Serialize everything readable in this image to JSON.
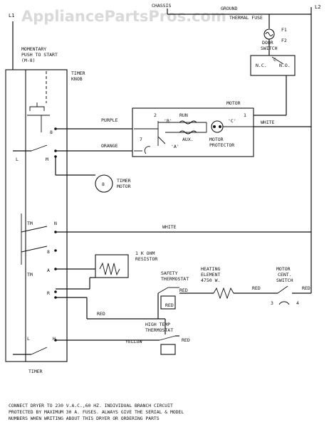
{
  "watermark": "AppliancePartsPros.com",
  "labels": {
    "l1": "L1",
    "l2": "L2",
    "chassis": "CHASSIS",
    "ground": "GROUND",
    "thermal_fuse": "THERMAL FUSE",
    "f1": "F1",
    "f2": "F2",
    "door_switch_1": "DOOR",
    "door_switch_2": "SWITCH",
    "nc": "N.C.",
    "c": "C",
    "no": "N.O.",
    "momentary_1": "MOMENTARY",
    "momentary_2": "PUSH TO START",
    "momentary_3": "(M-8)",
    "timer_knob_1": "TIMER",
    "timer_knob_2": "KNOB",
    "motor": "MOTOR",
    "purple": "PURPLE",
    "orange": "ORANGE",
    "white_top": "WHITE",
    "white_mid": "WHITE",
    "term_2": "2",
    "term_b": "'B'",
    "run": "RUN",
    "term_c": "'C'",
    "term_1": "1",
    "term_7": "7",
    "term_a": "'A'",
    "aux": "AUX.",
    "motor_protector_1": "MOTOR",
    "motor_protector_2": "PROTECTOR",
    "t8_top": "8",
    "t_l": "L",
    "t_m": "M",
    "timer_motor_1": "TIMER",
    "timer_motor_2": "MOTOR",
    "t_tm1": "TM",
    "t_n": "N",
    "t_8": "8",
    "t_tm2": "TM",
    "t_a": "A",
    "resistor_1": "1 K OHM",
    "resistor_2": "RESISTOR",
    "t_r": "R",
    "safety_1": "SAFETY",
    "safety_2": "THERMOSTAT",
    "heating_1": "HEATING",
    "heating_2": "ELEMENT",
    "heating_3": "4750 W.",
    "motor_cent_1": "MOTOR",
    "motor_cent_2": "CENT.",
    "motor_cent_3": "SWITCH",
    "red_1": "RED",
    "red_2": "RED",
    "red_3": "RED",
    "red_4": "RED",
    "red_5": "RED",
    "red_6": "RED",
    "num_3": "3",
    "num_4": "4",
    "high_temp_1": "HIGH TEMP",
    "high_temp_2": "THERMOSTAT",
    "yellow": "YELLOW",
    "t_l2": "L",
    "t_h": "H",
    "timer": "TIMER"
  },
  "notes": [
    "CONNECT DRYER TO 230 V.A.C.,60 HZ. INDIVIDUAL BRANCH CIRCUIT",
    "PROTECTED BY MAXIMUM 30 A. FUSES. ALWAYS GIVE THE SERIAL & MODEL",
    "NUMBERS WHEN WRITING ABOUT THIS DRYER OR ORDERING PARTS"
  ]
}
